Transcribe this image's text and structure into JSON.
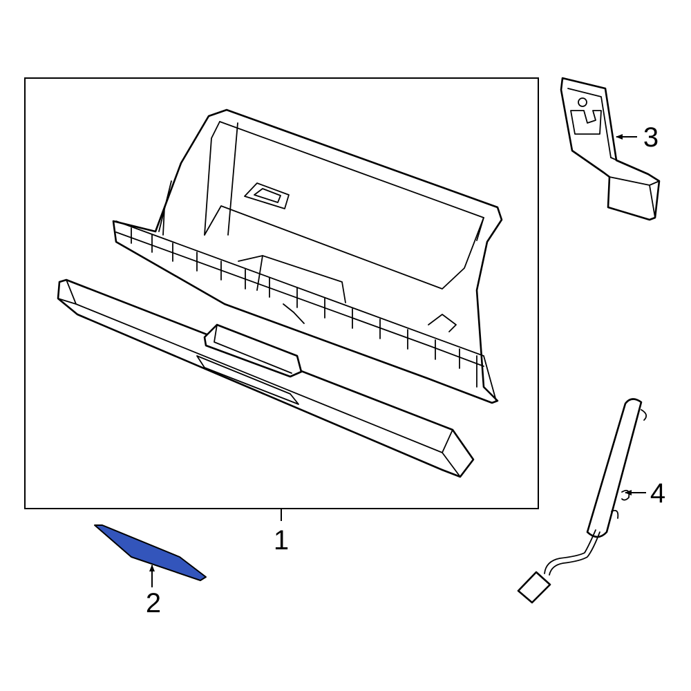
{
  "diagram": {
    "highlight_color": "#3355bb",
    "line_color": "#000000",
    "callouts": [
      {
        "id": "1",
        "label": "1"
      },
      {
        "id": "2",
        "label": "2"
      },
      {
        "id": "3",
        "label": "3"
      },
      {
        "id": "4",
        "label": "4"
      }
    ]
  }
}
